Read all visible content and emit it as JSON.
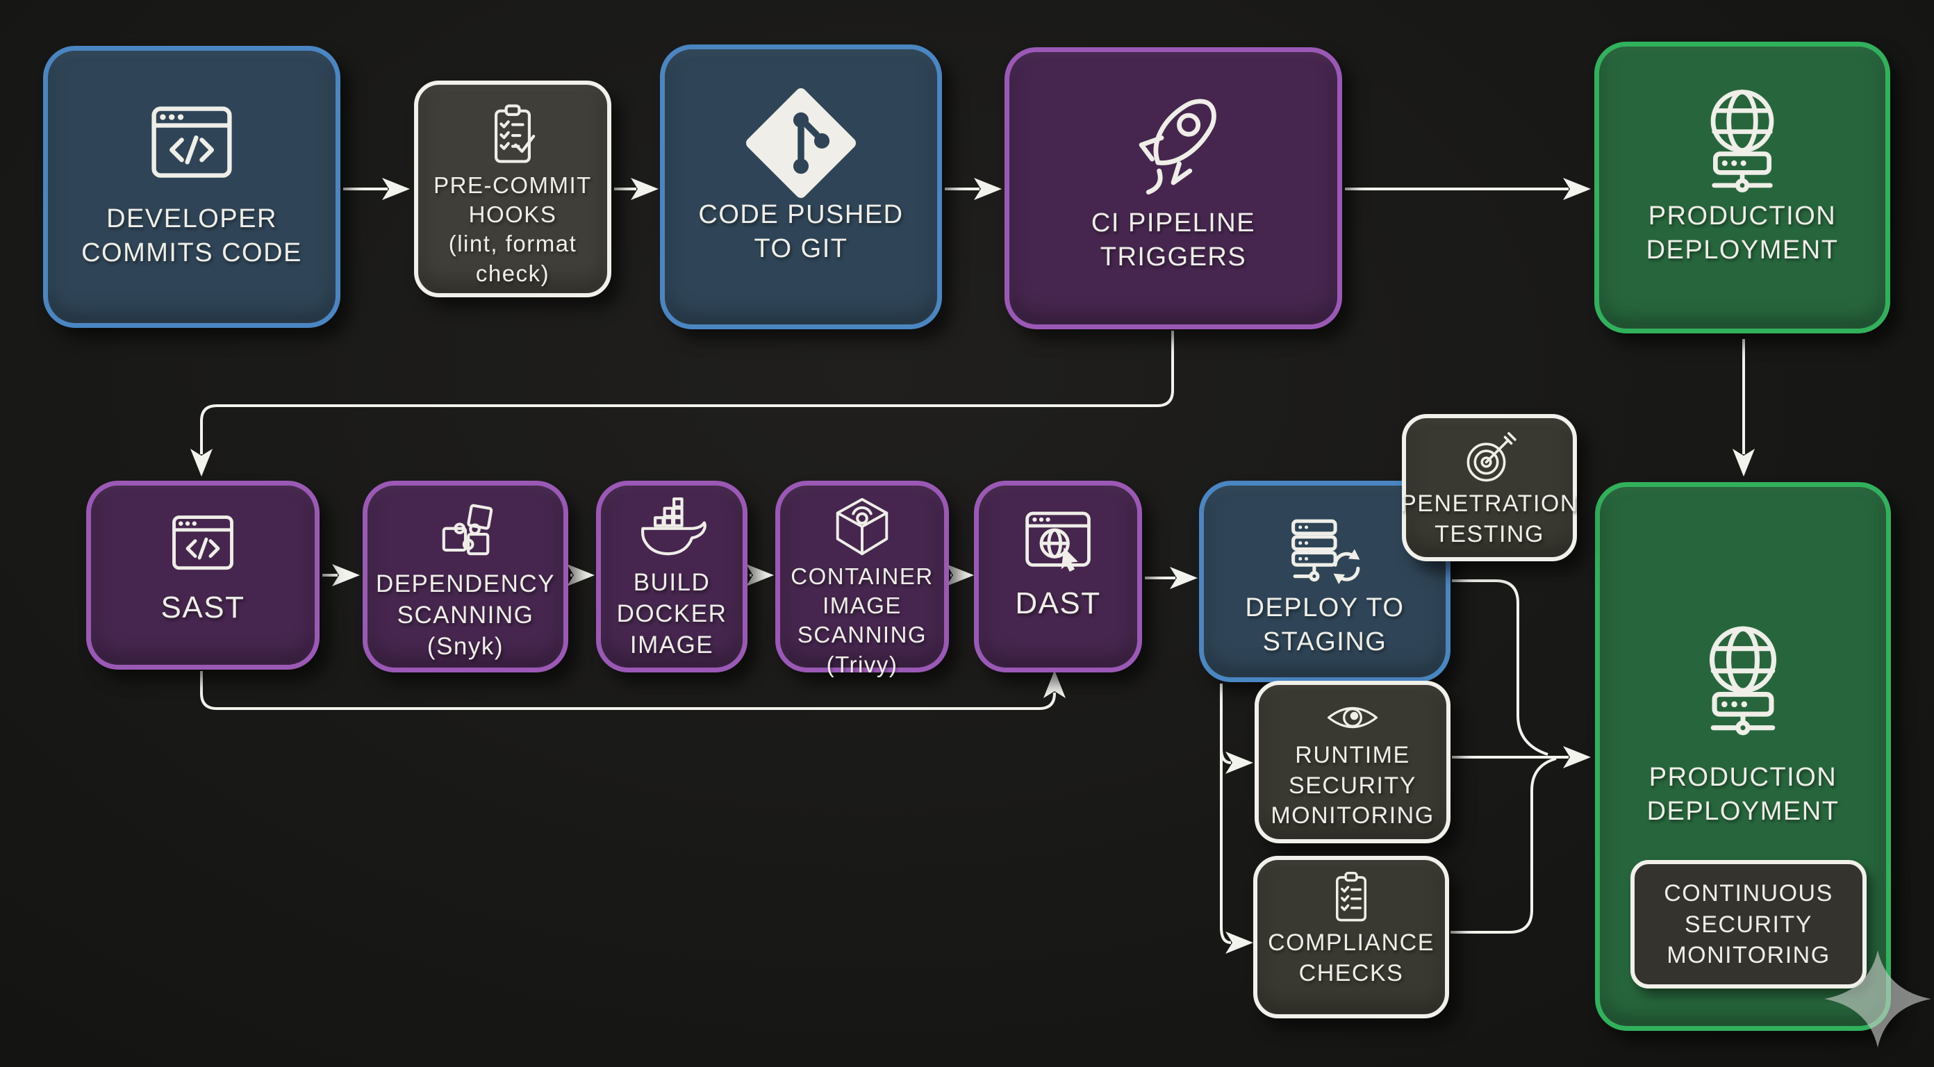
{
  "palette": {
    "bg": "#181816",
    "text": "#efeee8",
    "arrow": "#f3f3ee",
    "blue_fill": "#2f4557",
    "blue_border": "#4a86c2",
    "purple_fill": "#46264e",
    "purple_border": "#9b59b6",
    "green_fill": "#27663c",
    "green_border": "#31b15c",
    "gray_fill": "#3a3931",
    "gray_border": "#f1f0ea"
  },
  "nodes": {
    "developer_commits": {
      "label": "DEVELOPER\nCOMMITS CODE",
      "icon": "code-window-icon",
      "color": "blue"
    },
    "pre_commit_hooks": {
      "label": "PRE-COMMIT\nHOOKS\n(lint, format\ncheck)",
      "icon": "clipboard-check-icon",
      "color": "gray"
    },
    "code_pushed": {
      "label": "CODE PUSHED\nTO GIT",
      "icon": "git-icon",
      "color": "blue"
    },
    "ci_pipeline": {
      "label": "CI PIPELINE\nTRIGGERS",
      "icon": "rocket-icon",
      "color": "purple"
    },
    "production_top": {
      "label": "PRODUCTION\nDEPLOYMENT",
      "icon": "globe-server-icon",
      "color": "green"
    },
    "sast": {
      "label": "SAST",
      "icon": "code-window-icon",
      "color": "purple"
    },
    "dependency_scanning": {
      "label": "DEPENDENCY\nSCANNING\n(Snyk)",
      "icon": "puzzle-icon",
      "color": "purple"
    },
    "build_docker": {
      "label": "BUILD\nDOCKER\nIMAGE",
      "icon": "docker-whale-icon",
      "color": "purple"
    },
    "container_scanning": {
      "label": "CONTAINER\nIMAGE\nSCANNING\n(Trivy)",
      "icon": "cube-icon",
      "color": "purple"
    },
    "dast": {
      "label": "DAST",
      "icon": "browser-globe-icon",
      "color": "purple"
    },
    "deploy_staging": {
      "label": "DEPLOY TO\nSTAGING",
      "icon": "server-refresh-icon",
      "color": "blue"
    },
    "penetration_testing": {
      "label": "PENETRATION\nTESTING",
      "icon": "target-icon",
      "color": "gray"
    },
    "runtime_monitoring": {
      "label": "RUNTIME\nSECURITY\nMONITORING",
      "icon": "eye-icon",
      "color": "gray"
    },
    "compliance_checks": {
      "label": "COMPLIANCE\nCHECKS",
      "icon": "clipboard-list-icon",
      "color": "gray"
    },
    "production_bottom": {
      "label": "PRODUCTION\nDEPLOYMENT",
      "icon": "globe-server-icon",
      "color": "green"
    },
    "continuous_monitoring": {
      "label": "CONTINUOUS\nSECURITY\nMONITORING",
      "color": "gray-badge"
    }
  },
  "edges": [
    {
      "from": "developer_commits",
      "to": "pre_commit_hooks"
    },
    {
      "from": "pre_commit_hooks",
      "to": "code_pushed"
    },
    {
      "from": "code_pushed",
      "to": "ci_pipeline"
    },
    {
      "from": "ci_pipeline",
      "to": "production_top"
    },
    {
      "from": "ci_pipeline",
      "to": "sast"
    },
    {
      "from": "sast",
      "to": "dependency_scanning"
    },
    {
      "from": "dependency_scanning",
      "to": "build_docker"
    },
    {
      "from": "build_docker",
      "to": "container_scanning"
    },
    {
      "from": "container_scanning",
      "to": "dast"
    },
    {
      "from": "sast",
      "to": "dast"
    },
    {
      "from": "dast",
      "to": "deploy_staging"
    },
    {
      "from": "deploy_staging",
      "to": "runtime_monitoring"
    },
    {
      "from": "deploy_staging",
      "to": "compliance_checks"
    },
    {
      "from": "deploy_staging",
      "to": "production_bottom"
    },
    {
      "from": "runtime_monitoring",
      "to": "production_bottom"
    },
    {
      "from": "compliance_checks",
      "to": "production_bottom"
    },
    {
      "from": "production_top",
      "to": "production_bottom"
    }
  ]
}
